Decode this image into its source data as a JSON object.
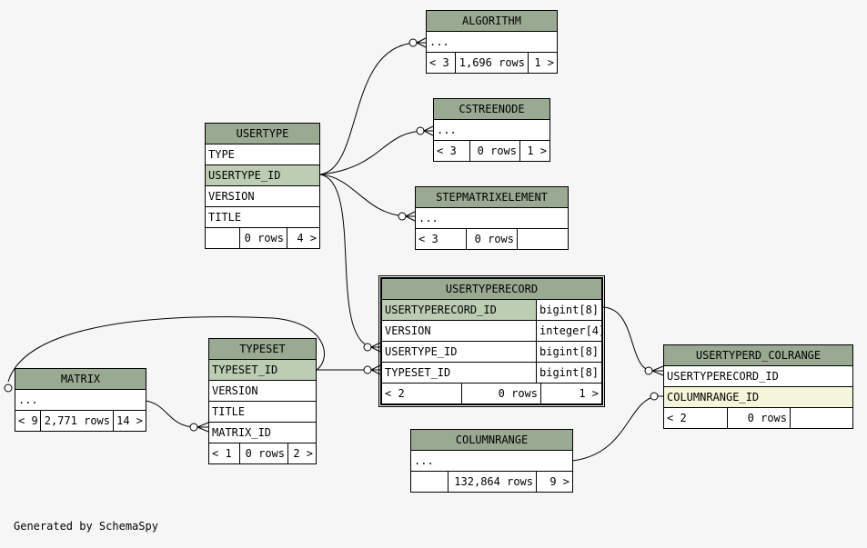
{
  "tables": {
    "algorithm": {
      "title": "ALGORITHM",
      "rows": [
        "..."
      ],
      "footer": [
        "< 3",
        "1,696 rows",
        "1 >"
      ]
    },
    "cstreenode": {
      "title": "CSTREENODE",
      "rows": [
        "..."
      ],
      "footer": [
        "< 3",
        "0 rows",
        "1 >"
      ]
    },
    "usertype": {
      "title": "USERTYPE",
      "rows": [
        "TYPE",
        "USERTYPE_ID",
        "VERSION",
        "TITLE"
      ],
      "footer": [
        "",
        "0 rows",
        "4 >"
      ]
    },
    "stepmatrixelement": {
      "title": "STEPMATRIXELEMENT",
      "rows": [
        "..."
      ],
      "footer": [
        "< 3",
        "0 rows",
        ""
      ]
    },
    "usertyperecord": {
      "title": "USERTYPERECORD",
      "rows": [
        {
          "name": "USERTYPERECORD_ID",
          "type": "bigint[8]"
        },
        {
          "name": "VERSION",
          "type": "integer[4]"
        },
        {
          "name": "USERTYPE_ID",
          "type": "bigint[8]"
        },
        {
          "name": "TYPESET_ID",
          "type": "bigint[8]"
        }
      ],
      "footer": [
        "< 2",
        "0 rows",
        "1 >"
      ]
    },
    "typeset": {
      "title": "TYPESET",
      "rows": [
        "TYPESET_ID",
        "VERSION",
        "TITLE",
        "MATRIX_ID"
      ],
      "footer": [
        "< 1",
        "0 rows",
        "2 >"
      ]
    },
    "matrix": {
      "title": "MATRIX",
      "rows": [
        "..."
      ],
      "footer": [
        "< 9",
        "2,771 rows",
        "14 >"
      ]
    },
    "usertyperd_colrange": {
      "title": "USERTYPERD_COLRANGE",
      "rows": [
        "USERTYPERECORD_ID",
        "COLUMNRANGE_ID"
      ],
      "footer": [
        "< 2",
        "0 rows",
        ""
      ]
    },
    "columnrange": {
      "title": "COLUMNRANGE",
      "rows": [
        "..."
      ],
      "footer": [
        "",
        "132,864 rows",
        "9 >"
      ]
    }
  },
  "credit": "Generated by SchemaSpy",
  "colors": {
    "header": "#9aaa92",
    "primary_key": "#bccdb3",
    "foreign_key_highlight": "#f5f6d9",
    "background": "#f6f6f6"
  }
}
